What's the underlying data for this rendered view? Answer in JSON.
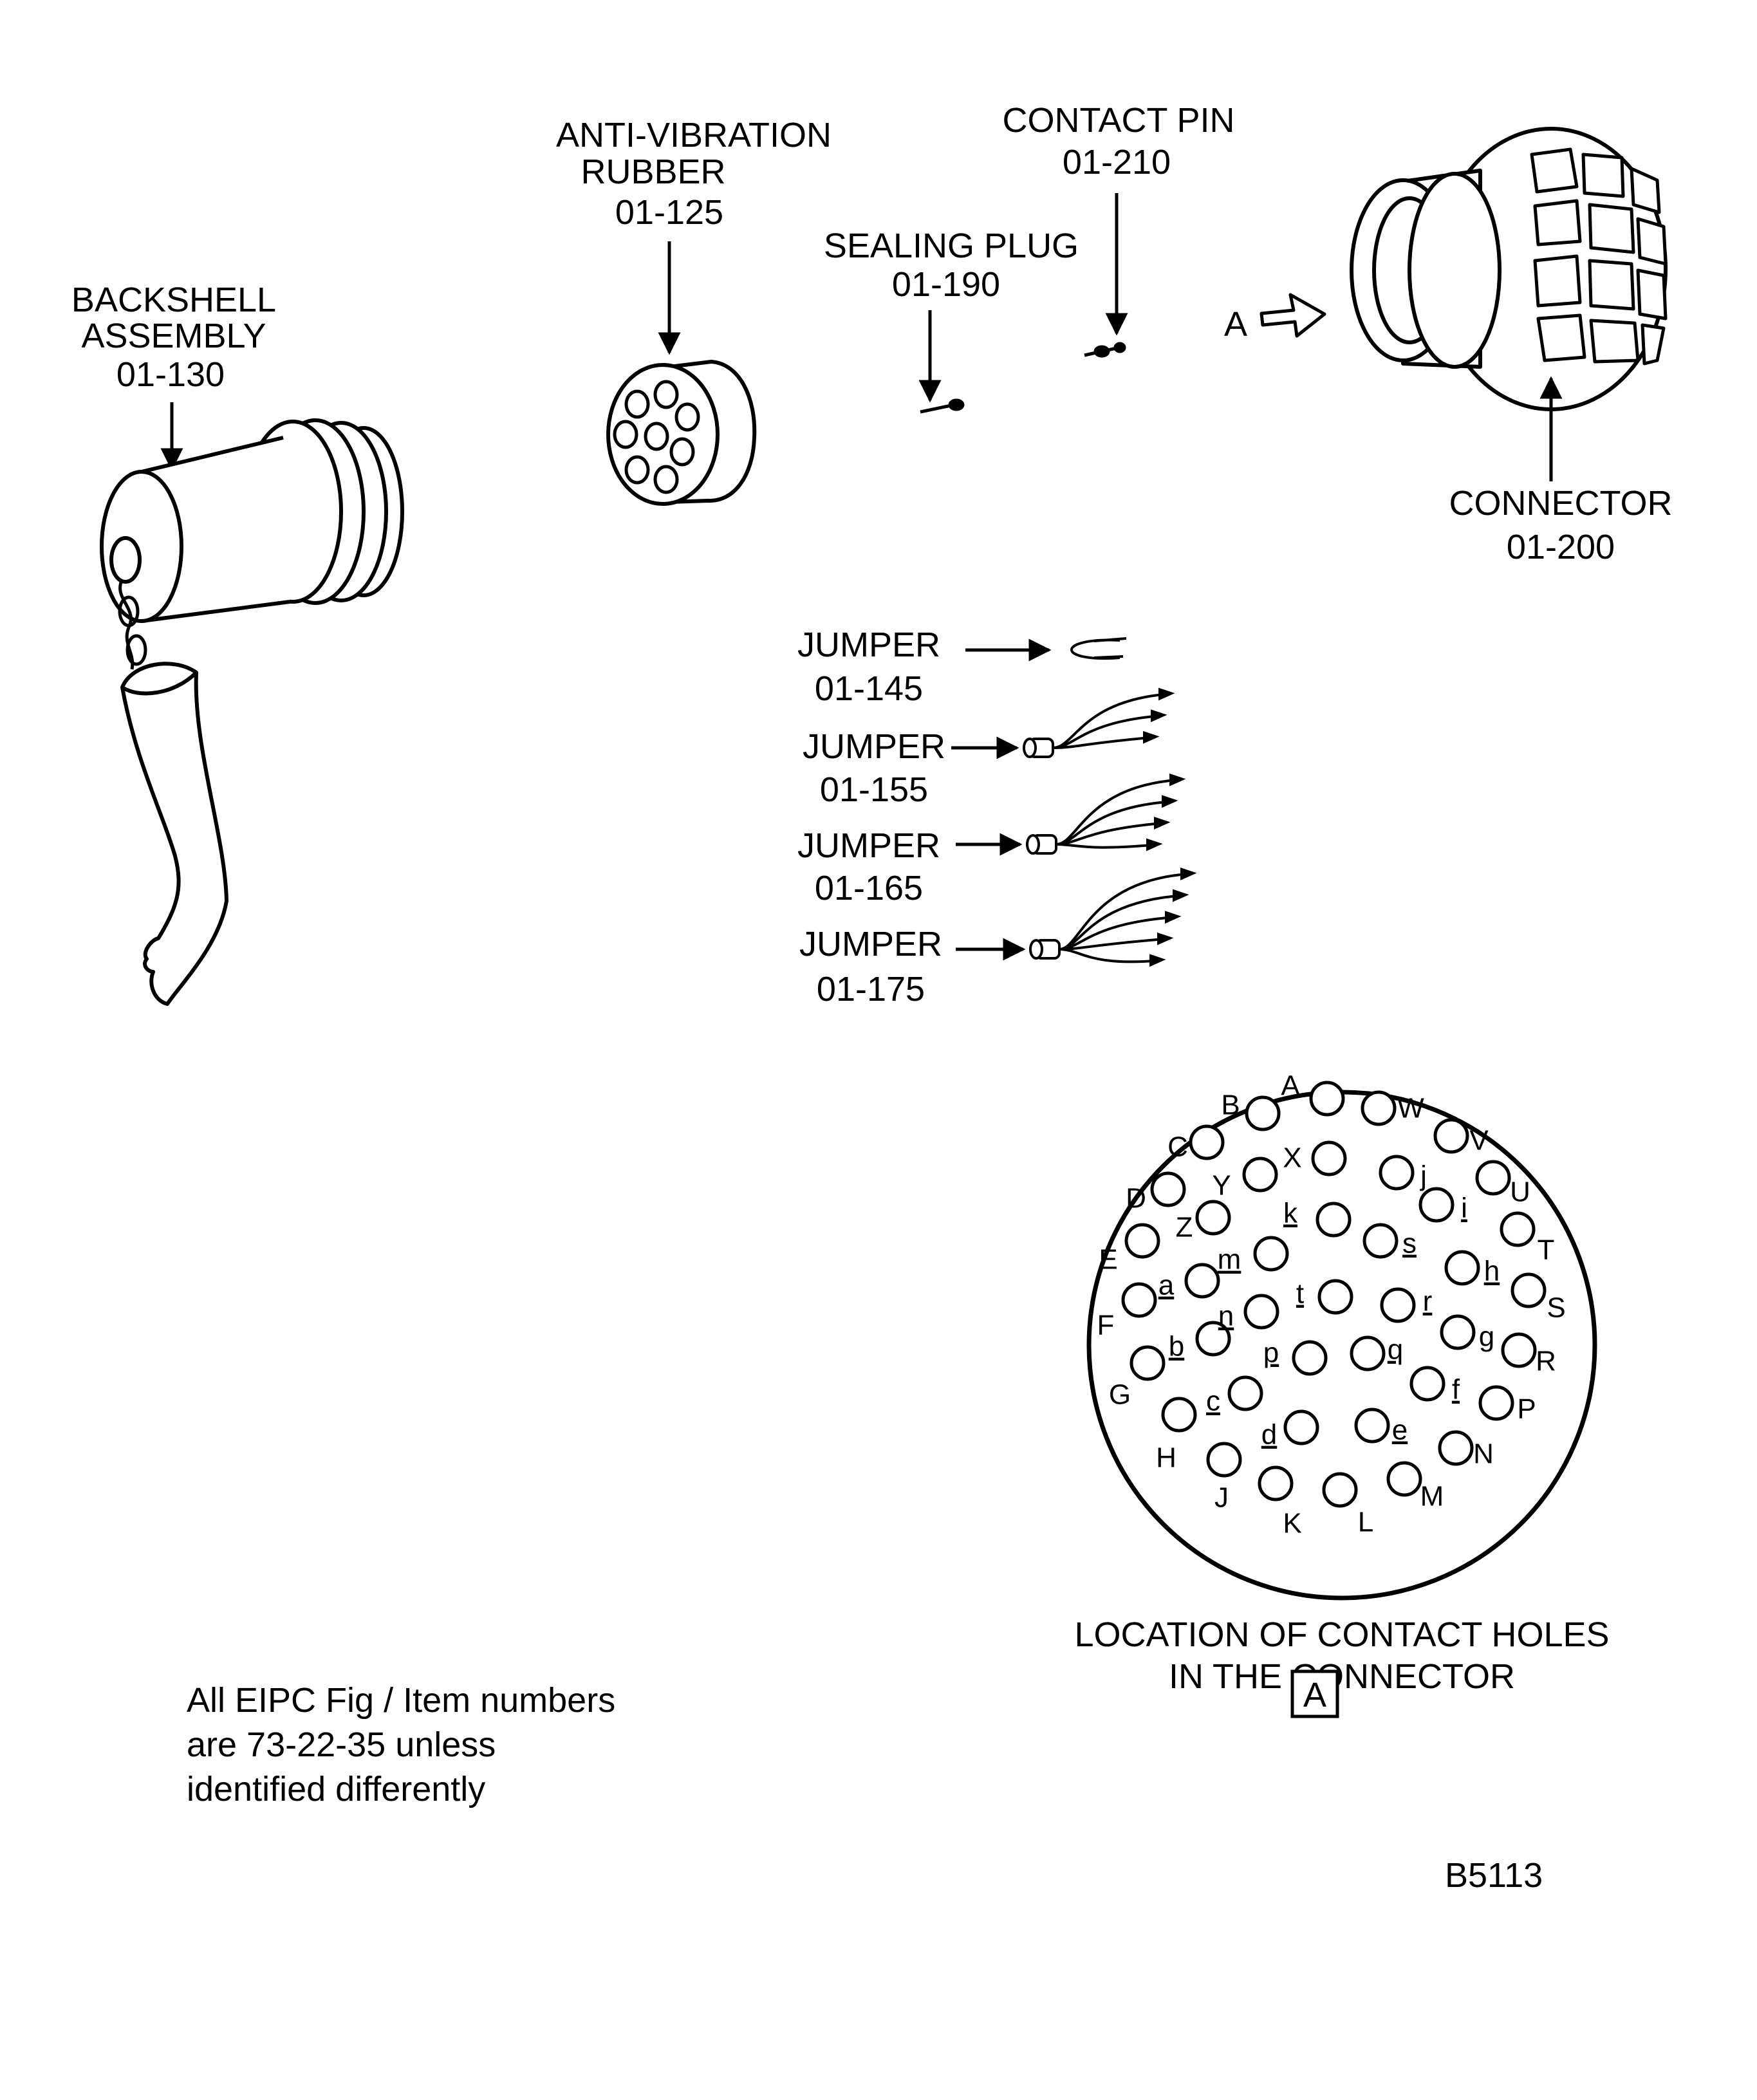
{
  "parts": {
    "backshell": {
      "name_line1": "BACKSHELL",
      "name_line2": "ASSEMBLY",
      "item": "01-130"
    },
    "rubber": {
      "name_line1": "ANTI-VIBRATION",
      "name_line2": "RUBBER",
      "item": "01-125"
    },
    "sealing_plug": {
      "name": "SEALING PLUG",
      "item": "01-190"
    },
    "contact_pin": {
      "name": "CONTACT PIN",
      "item": "01-210"
    },
    "connector": {
      "name": "CONNECTOR",
      "item": "01-200"
    },
    "view_arrow_label": "A",
    "jumpers": [
      {
        "name": "JUMPER",
        "item": "01-145",
        "wires": 1
      },
      {
        "name": "JUMPER",
        "item": "01-155",
        "wires": 3
      },
      {
        "name": "JUMPER",
        "item": "01-165",
        "wires": 4
      },
      {
        "name": "JUMPER",
        "item": "01-175",
        "wires": 5
      }
    ]
  },
  "contact_holes": {
    "caption_line1": "LOCATION OF CONTACT HOLES",
    "caption_line2": "IN THE CONNECTOR",
    "view_box_label": "A",
    "labels": [
      "A",
      "B",
      "C",
      "D",
      "E",
      "F",
      "G",
      "H",
      "J",
      "K",
      "L",
      "M",
      "N",
      "P",
      "R",
      "S",
      "T",
      "U",
      "V",
      "W",
      "X",
      "Y",
      "Z",
      "a",
      "b",
      "c",
      "d",
      "e",
      "f",
      "g",
      "h",
      "i",
      "j",
      "k",
      "m",
      "n",
      "p",
      "q",
      "r",
      "s",
      "t"
    ]
  },
  "note": {
    "line1": "All EIPC Fig / Item numbers",
    "line2": "are 73-22-35 unless",
    "line3": "identified differently"
  },
  "drawing_id": "B5113"
}
